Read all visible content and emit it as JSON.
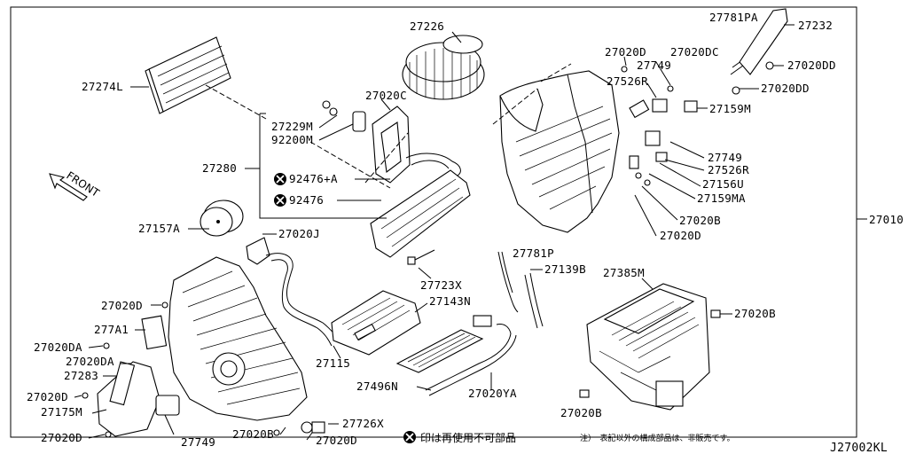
{
  "diagram_id": "J27002KL",
  "front_label": "FRONT",
  "legend": {
    "symbol": "✕",
    "text": "印は再使用不可部品",
    "note": "注）　表記以外の構成部品は、非販売です。"
  },
  "labels": {
    "p27274L": "27274L",
    "p27226": "27226",
    "p27020C": "27020C",
    "p27229M": "27229M",
    "p92200M": "92200M",
    "p27280": "27280",
    "p92476A": "92476+A",
    "p92476": "92476",
    "p27157A": "27157A",
    "p27020J": "27020J",
    "p27723X": "27723X",
    "p27143N": "27143N",
    "p27115": "27115",
    "p27496N": "27496N",
    "p27020YA": "27020YA",
    "p27781P": "27781P",
    "p27139B": "27139B",
    "p27385M": "27385M",
    "p27020B_r": "27020B",
    "p27020B_b": "27020B",
    "p27781PA": "27781PA",
    "p27232": "27232",
    "p27020D_t": "27020D",
    "p27020DC": "27020DC",
    "p27749_t": "27749",
    "p27020DD_1": "27020DD",
    "p27526R_t": "27526R",
    "p27020DD_2": "27020DD",
    "p27159M": "27159M",
    "p27749_m": "27749",
    "p27526R_m": "27526R",
    "p27156U": "27156U",
    "p27159MA": "27159MA",
    "p27020B_m": "27020B",
    "p27020D_m": "27020D",
    "p27010": "27010",
    "p27020D_l": "27020D",
    "p277A1": "277A1",
    "p27020DA_1": "27020DA",
    "p27020DA_2": "27020DA",
    "p27283": "27283",
    "p27020D_l2": "27020D",
    "p27175M": "27175M",
    "p27020D_l3": "27020D",
    "p27749_b": "27749",
    "p27020B_lb": "27020B",
    "p27726X": "27726X",
    "p27020D_b": "27020D"
  }
}
